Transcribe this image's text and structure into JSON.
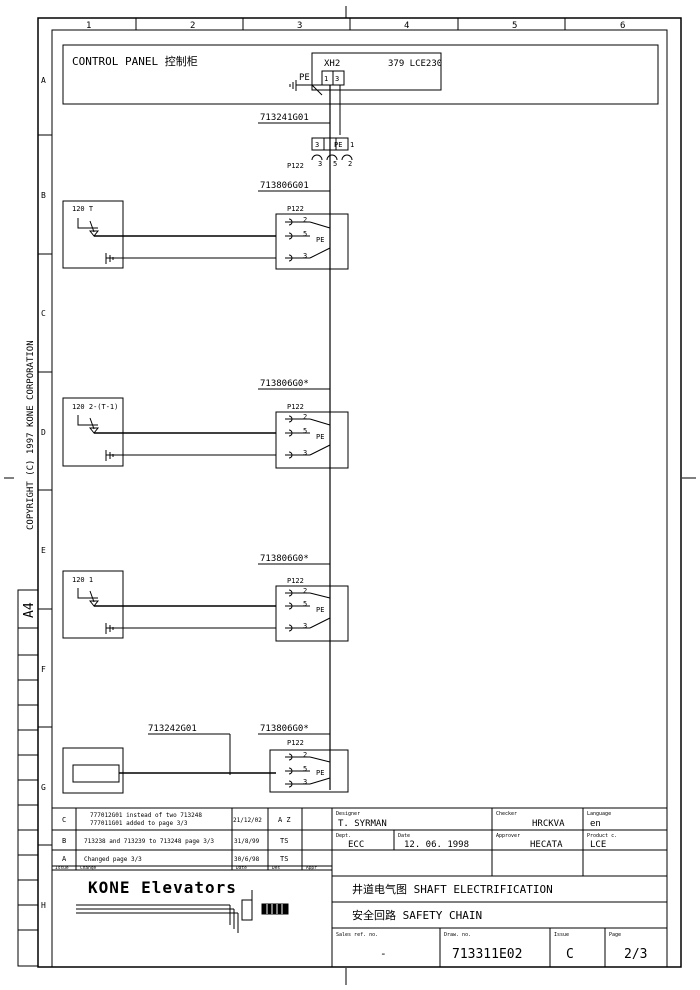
{
  "sheet": {
    "copyright": "COPYRIGHT (C) 1997 KONE CORPORATION",
    "paper_size": "A4",
    "columns": [
      "1",
      "2",
      "3",
      "4",
      "5",
      "6"
    ],
    "rows": [
      "A",
      "B",
      "C",
      "D",
      "E",
      "F",
      "G",
      "H"
    ]
  },
  "control_panel": {
    "title": "CONTROL PANEL 控制柜",
    "connector": "XH2",
    "board": "379 LCE230",
    "pe": "PE",
    "pins": [
      "1",
      "3"
    ]
  },
  "cable_top": "713241G01",
  "plug_top": {
    "label": "P122",
    "pins": [
      "3",
      "PE",
      "1"
    ],
    "sub": [
      "3",
      "5",
      "2"
    ]
  },
  "devices": [
    {
      "cable": "713806G01",
      "plug": "P122",
      "label": "120 T",
      "pins": [
        "2",
        "5",
        "3"
      ],
      "pe": "PE"
    },
    {
      "cable": "713806G0*",
      "plug": "P122",
      "label": "120 2-(T-1)",
      "pins": [
        "2",
        "5",
        "3"
      ],
      "pe": "PE"
    },
    {
      "cable": "713806G0*",
      "plug": "P122",
      "label": "120 1",
      "pins": [
        "2",
        "5",
        "3"
      ],
      "pe": "PE"
    },
    {
      "cable": "713806G0*",
      "plug": "P122",
      "label": "",
      "pins": [
        "2",
        "5",
        "3"
      ],
      "pe": "PE"
    }
  ],
  "pit_cable": "713242G01",
  "revisions": [
    {
      "issue": "C",
      "change": "777012G01 instead of two 713248 / 777011G01 added to page 3/3",
      "change_a": "777012G01 instead of two 713248",
      "change_b": "777011G01 added to page 3/3",
      "date": "21/12/02",
      "by": "A Z"
    },
    {
      "issue": "B",
      "change": "713238 and 713239 to 713248 page 3/3",
      "date": "31/8/99",
      "by": "TS"
    },
    {
      "issue": "A",
      "change": "Changed page 3/3",
      "date": "30/6/98",
      "by": "TS"
    }
  ],
  "revision_headers": {
    "issue": "Issue",
    "change": "Change",
    "date": "Date",
    "by": "Des",
    "appr": "Appr"
  },
  "title_block": {
    "designer_label": "Designer",
    "designer": "T. SYRMAN",
    "checker_label": "Checker",
    "checker": "HRCKVA",
    "language_label": "Language",
    "language": "en",
    "dept_label": "Dept.",
    "dept": "ECC",
    "date_label": "Date",
    "date": "12. 06. 1998",
    "approver_label": "Approver",
    "approver": "HECATA",
    "product_label": "Product c.",
    "product": "LCE",
    "title1": "井道电气图 SHAFT ELECTRIFICATION",
    "title2": "安全回路  SAFETY CHAIN",
    "sales_label": "Sales ref. no.",
    "sales": "-",
    "drawing_label": "Draw. no.",
    "drawing": "713311E02",
    "issue_label": "Issue",
    "issue": "C",
    "page_label": "Page",
    "page": "2/3"
  },
  "logo": "KONE Elevators"
}
